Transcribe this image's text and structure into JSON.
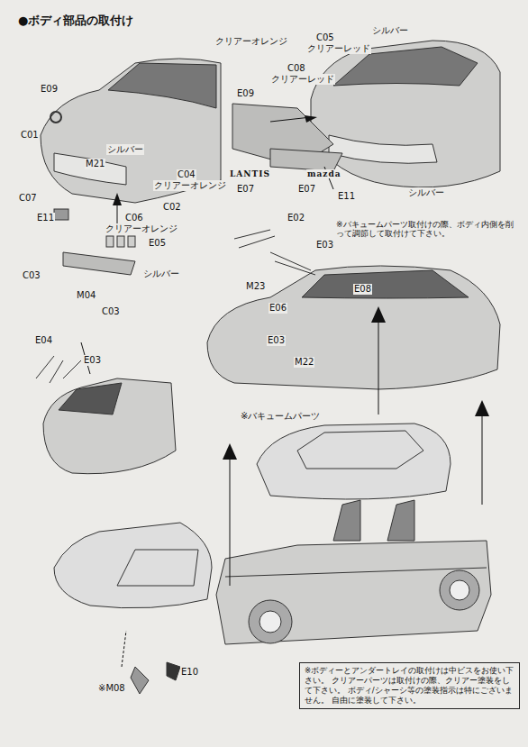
{
  "diagram": {
    "title": "●ボディ部品の取付け",
    "nodes": [
      {
        "text": [
          "※ボディーとアンダートレイの取付けは中ビスをお使い下さい。 クリアーパーツは取付けの際、クリアー塗装をして下さい。 ボディ/シャーシ等の塗装指示は特にございません。 自由に塗装して下さい。"
        ]
      }
    ],
    "labels": [
      "E09",
      "C01",
      "M21",
      "シルバー",
      "C04",
      "クリアーオレンジ",
      "C07",
      "C02",
      "E11",
      "C06",
      "クリアーオレンジ",
      "E05",
      "C03",
      "シルバー",
      "M04",
      "C03",
      "クリアーオレンジ",
      "C05",
      "クリアーレッド",
      "シルバー",
      "C08",
      "クリアーレッド",
      "E09",
      "LANTIS",
      "E07",
      "mazda",
      "E07",
      "E11",
      "シルバー",
      "E02",
      "※バキュームパーツ取付けの際、ボディ内側を削って調節して取付けて下さい。",
      "E03",
      "M23",
      "E08",
      "E06",
      "E03",
      "M22",
      "E04",
      "E03",
      "※バキュームパーツ",
      "※M08",
      "E10"
    ]
  }
}
